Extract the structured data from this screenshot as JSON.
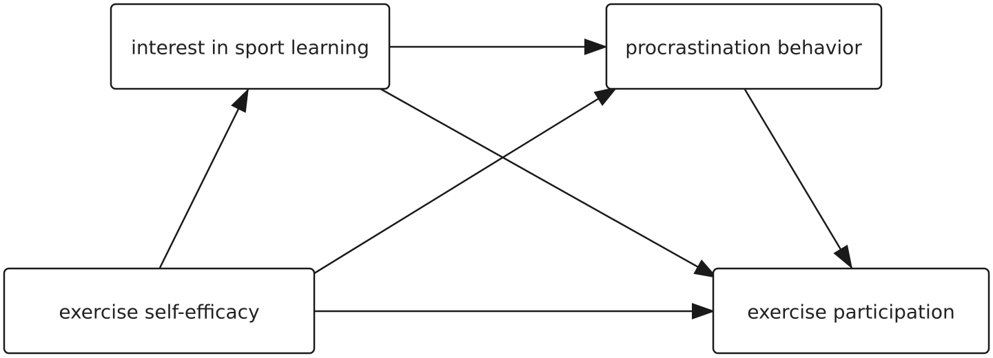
{
  "diagram": {
    "nodes": [
      {
        "id": "interest",
        "label": "interest in sport learning"
      },
      {
        "id": "procrastination",
        "label": "procrastination behavior"
      },
      {
        "id": "efficacy",
        "label": "exercise self-efficacy"
      },
      {
        "id": "participation",
        "label": "exercise participation"
      }
    ],
    "edges": [
      {
        "from": "efficacy",
        "to": "interest"
      },
      {
        "from": "interest",
        "to": "procrastination"
      },
      {
        "from": "efficacy",
        "to": "procrastination"
      },
      {
        "from": "interest",
        "to": "participation"
      },
      {
        "from": "procrastination",
        "to": "participation"
      },
      {
        "from": "efficacy",
        "to": "participation"
      }
    ],
    "colors": {
      "stroke": "#1a1a1a",
      "text": "#222222",
      "fill": "#ffffff"
    }
  }
}
